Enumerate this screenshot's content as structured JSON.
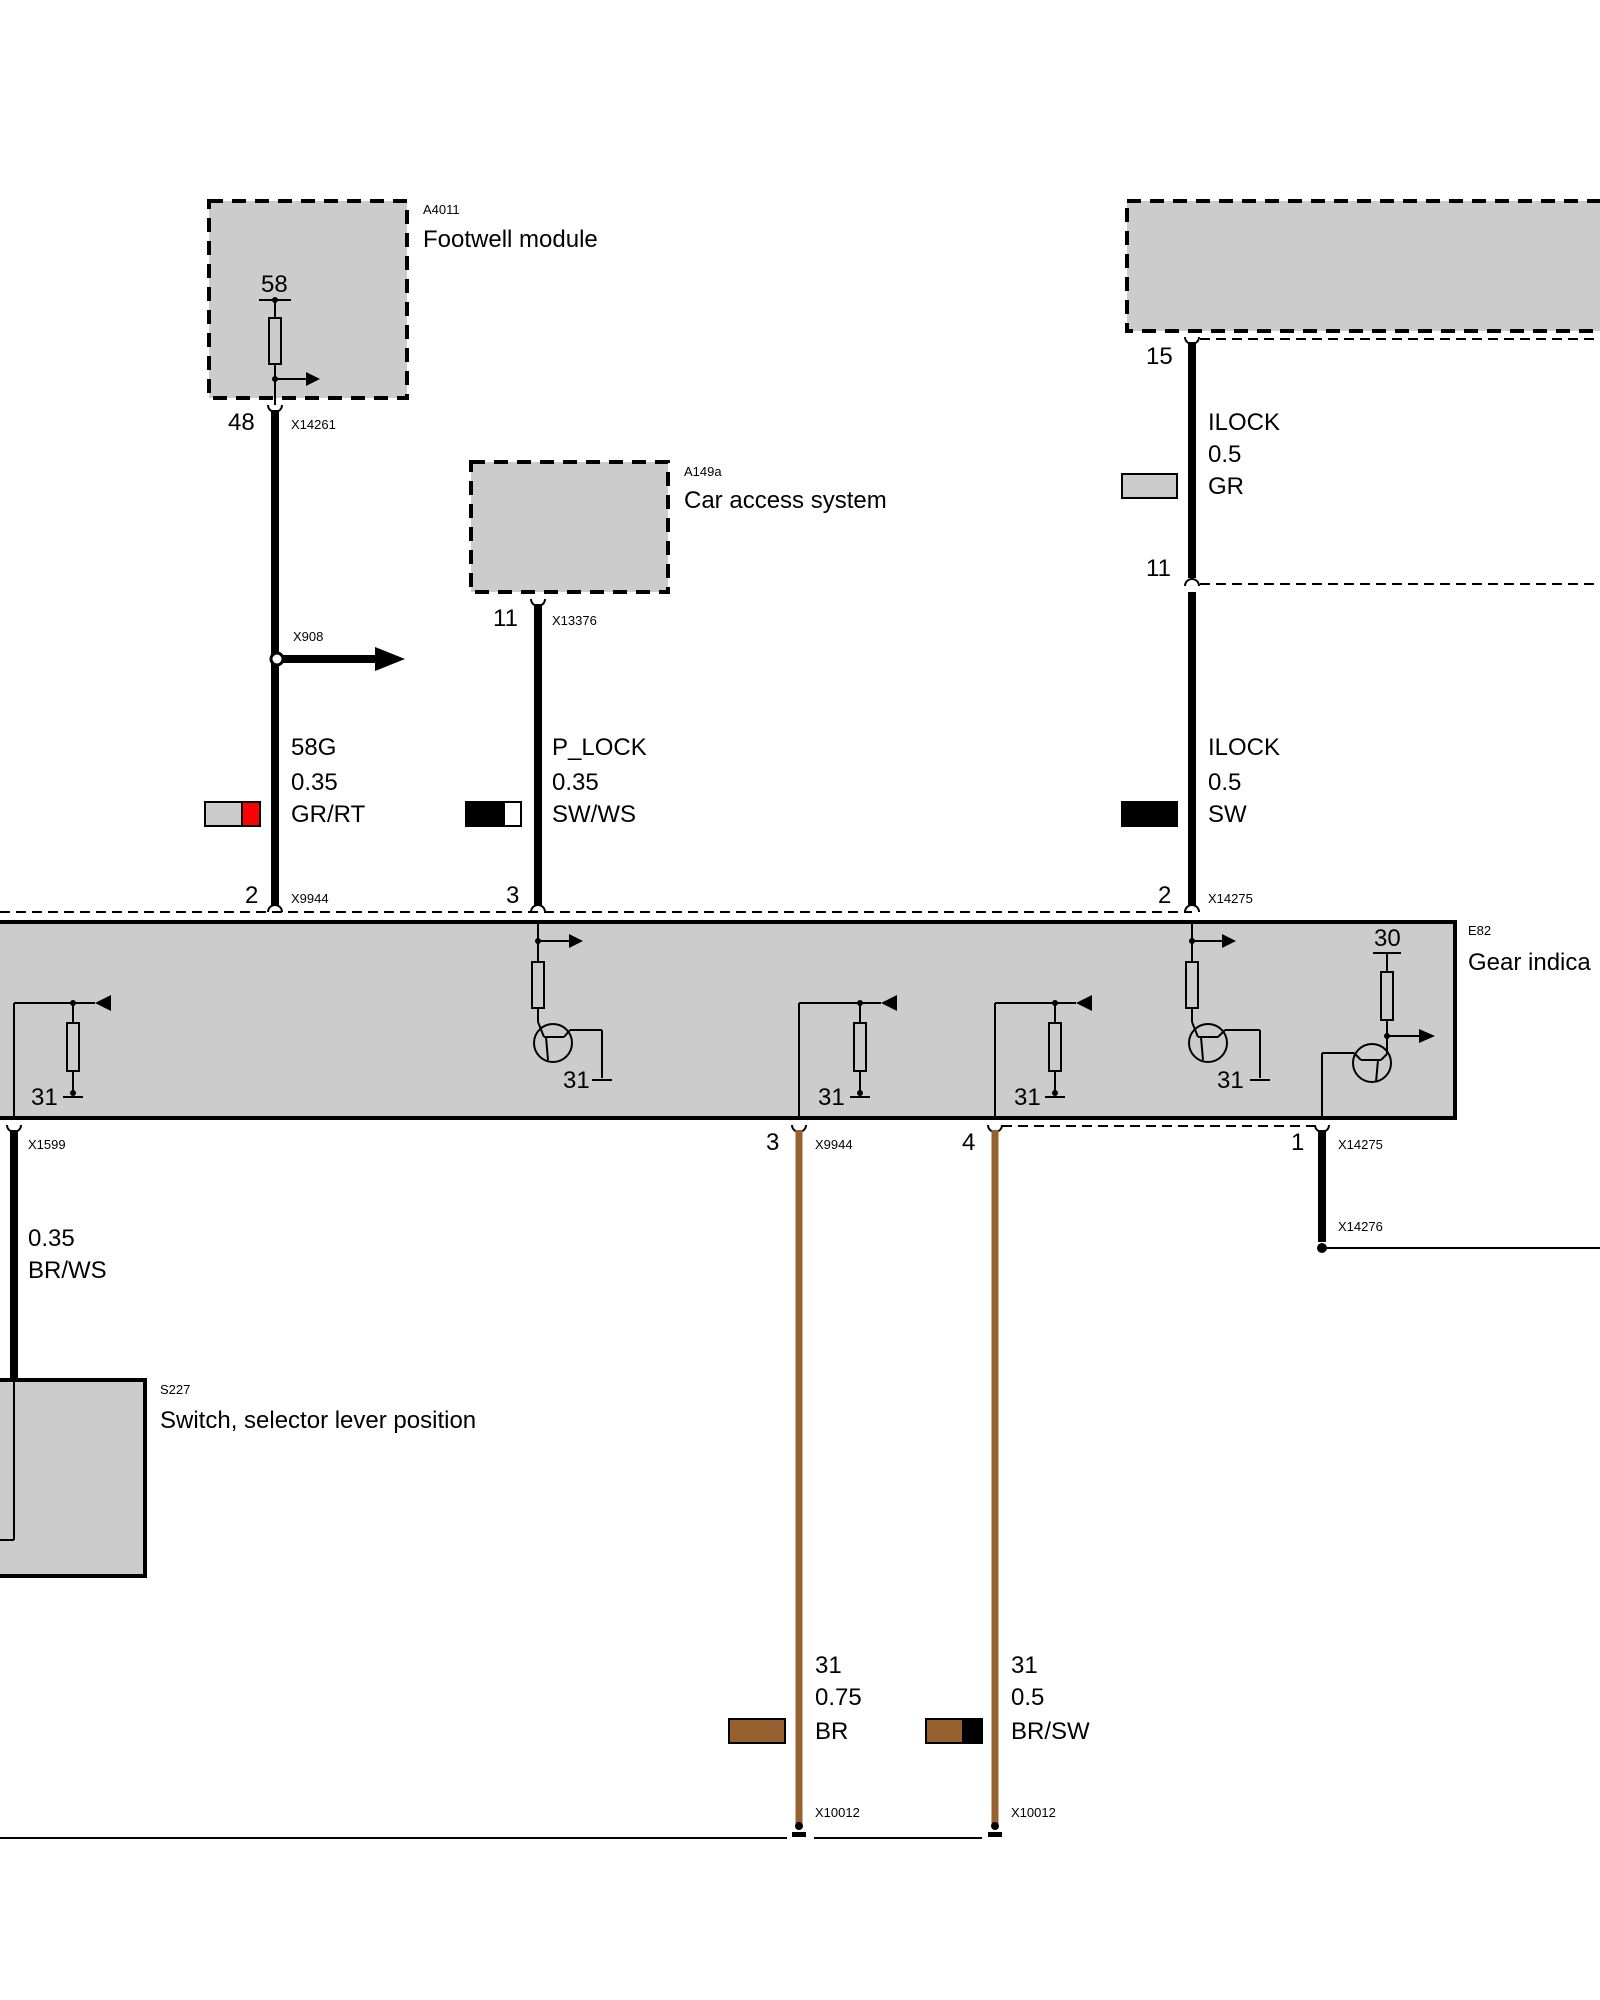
{
  "modules": {
    "footwell": {
      "code": "A4011",
      "name": "Footwell module",
      "pin_internal": "58"
    },
    "car_access": {
      "code": "A149a",
      "name": "Car access system"
    },
    "gear_indicator": {
      "code": "E82",
      "name": "Gear indica"
    },
    "selector_switch": {
      "code": "S227",
      "name": "Switch, selector lever position"
    }
  },
  "connectors": {
    "x14261": "X14261",
    "x908": "X908",
    "x13376": "X13376",
    "x9944": "X9944",
    "x14275": "X14275",
    "x1599": "X1599",
    "x14276": "X14276",
    "x10012": "X10012"
  },
  "pins": {
    "p48": "48",
    "p11a": "11",
    "p15": "15",
    "p11b": "11",
    "p2a": "2",
    "p3a": "3",
    "p2b": "2",
    "p3b": "3",
    "p4": "4",
    "p1": "1",
    "p30": "30",
    "gnd": "31"
  },
  "wires": {
    "w58g": {
      "signal": "58G",
      "size": "0.35",
      "color": "GR/RT"
    },
    "wplock": {
      "signal": "P_LOCK",
      "size": "0.35",
      "color": "SW/WS"
    },
    "wilock_top": {
      "signal": "ILOCK",
      "size": "0.5",
      "color": "GR"
    },
    "wilock_bot": {
      "signal": "ILOCK",
      "size": "0.5",
      "color": "SW"
    },
    "wsel": {
      "size": "0.35",
      "color": "BR/WS"
    },
    "wgnd1": {
      "signal": "31",
      "size": "0.75",
      "color": "BR"
    },
    "wgnd2": {
      "signal": "31",
      "size": "0.5",
      "color": "BR/SW"
    }
  },
  "colors": {
    "grey": "#cccccc",
    "red": "#ff0000",
    "black": "#000000",
    "brown": "#96602f",
    "white": "#ffffff"
  }
}
